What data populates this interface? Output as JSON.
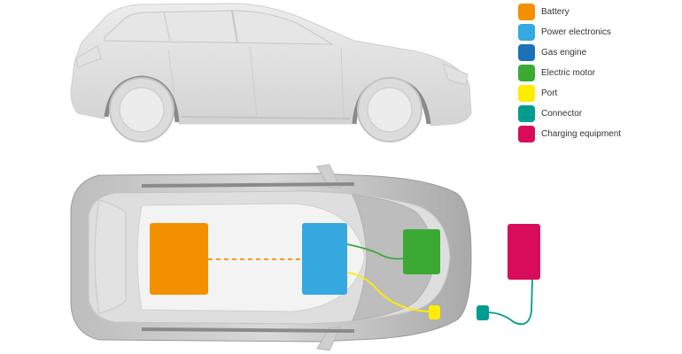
{
  "legend": {
    "items": [
      {
        "label": "Battery",
        "color": "#f39000"
      },
      {
        "label": "Power electronics",
        "color": "#36a9e1"
      },
      {
        "label": "Gas engine",
        "color": "#1d71b8"
      },
      {
        "label": "Electric motor",
        "color": "#3aaa35"
      },
      {
        "label": "Port",
        "color": "#ffed00"
      },
      {
        "label": "Connector",
        "color": "#009c8f"
      },
      {
        "label": "Charging equipment",
        "color": "#d90b5b"
      }
    ]
  },
  "colors": {
    "car_body": "#d9d9d9",
    "car_shadow": "#a8a8a8",
    "car_dark": "#8c8c8c",
    "window": "#e9e9e9",
    "cabin": "#f2f2f2",
    "link_battery": "#f39000",
    "link_motor": "#3aaa35",
    "link_port": "#ffed00",
    "link_charger": "#009c8f"
  }
}
